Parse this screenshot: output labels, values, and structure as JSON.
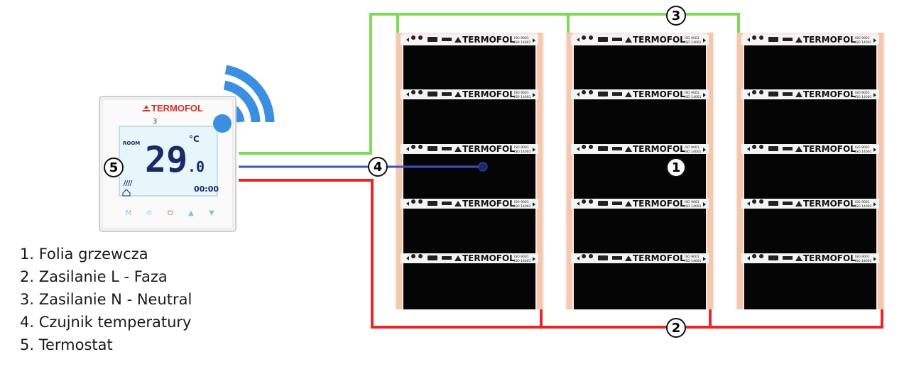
{
  "legend": [
    "1. Folia grzewcza",
    "2. Zasilanie L - Faza",
    "3. Zasilanie N - Neutral",
    "4. Czujnik temperatury",
    "5. Termostat"
  ],
  "badges": {
    "film": "1",
    "phase": "2",
    "neutral": "3",
    "sensor": "4",
    "thermostat": "5"
  },
  "thermostat": {
    "brand": "TERMOFOL",
    "zone": "3",
    "room_label": "ROOM",
    "temperature": "29",
    "temperature_decimal": ".0",
    "unit": "°C",
    "time": "00:00",
    "buttons": [
      "M",
      "⏲",
      "⏻",
      "▲",
      "▼"
    ]
  },
  "film": {
    "brand": "TERMOFOL",
    "cert_top": "ISO 9001",
    "cert_bottom": "ISO 14001",
    "strips_per_panel": 5,
    "panel_count": 3
  },
  "colors": {
    "neutral": "#7ed957",
    "phase": "#e8262a",
    "sensor": "#3a50c8",
    "wifi": "#3a8fe0",
    "film": "#050505",
    "film_edge": "#f2c8b0",
    "lcd": "#e6f6fb"
  }
}
